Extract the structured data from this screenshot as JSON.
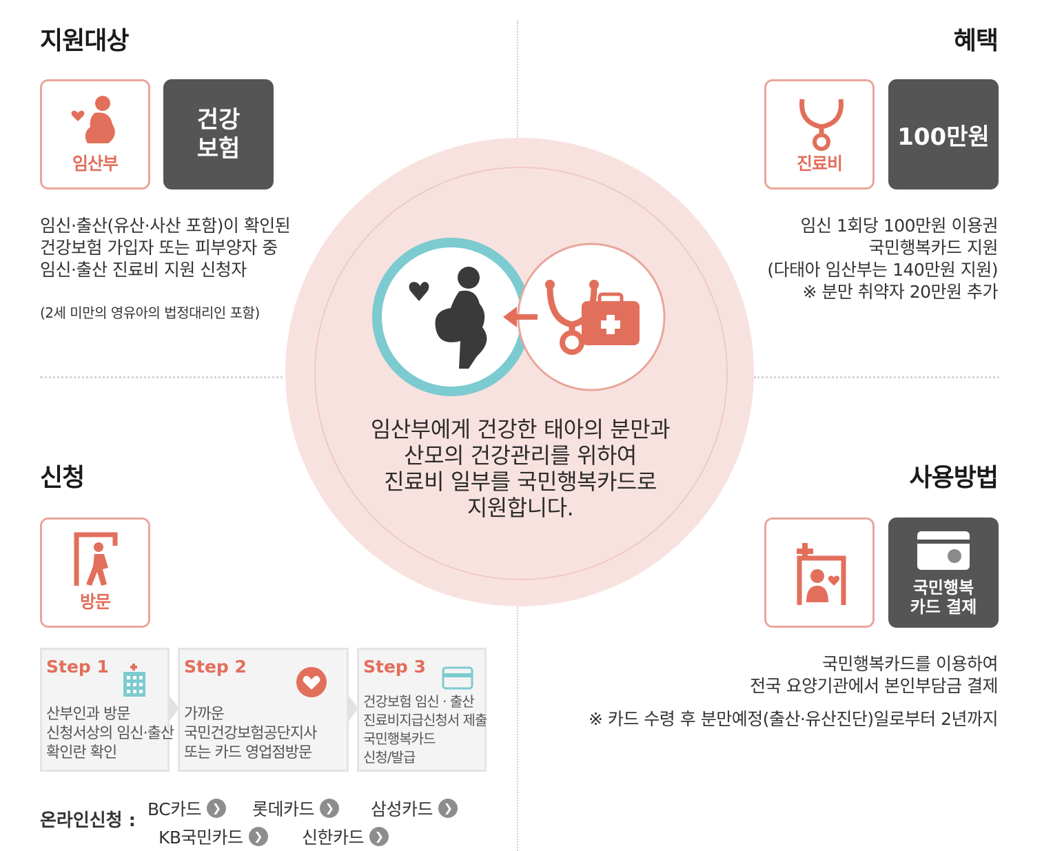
{
  "eligibility": {
    "heading": "지원대상",
    "icon_label": "임산부",
    "dark_line1": "건강",
    "dark_line2": "보험",
    "desc": [
      "임신·출산(유산·사산 포함)이 확인된",
      "건강보험 가입자 또는 피부양자 중",
      "임신·출산 진료비 지원 신청자"
    ],
    "note": "(2세 미만의 영유아의 법정대리인 포함)"
  },
  "benefit": {
    "heading": "혜택",
    "icon_label": "진료비",
    "amount": "100만원",
    "desc": [
      "임신 1회당 100만원 이용권",
      "국민행복카드 지원",
      "(다태아 임산부는 140만원 지원)",
      "※ 분만 취약자 20만원 추가"
    ]
  },
  "center": {
    "lines": [
      "임산부에게 건강한 태아의 분만과",
      "산모의 건강관리를 위하여",
      "진료비 일부를 국민행복카드로",
      "지원합니다."
    ]
  },
  "apply": {
    "heading": "신청",
    "icon_label": "방문",
    "steps": [
      {
        "title": "Step 1",
        "lines": [
          "산부인과 방문",
          "신청서상의 임신·출산",
          "확인란 확인"
        ]
      },
      {
        "title": "Step 2",
        "lines": [
          "가까운",
          "국민건강보험공단지사",
          "또는 카드 영업점방문"
        ]
      },
      {
        "title": "Step 3",
        "lines": [
          "건강보험 임신 · 출산",
          "진료비지급신청서 제출",
          "국민행복카드",
          "신청/발급"
        ]
      }
    ],
    "online_label": "온라인신청 :",
    "cards": [
      "BC카드",
      "롯데카드",
      "삼성카드",
      "KB국민카드",
      "신한카드"
    ]
  },
  "usage": {
    "heading": "사용방법",
    "dark_line1": "국민행복",
    "dark_line2": "카드 결제",
    "desc": [
      "국민행복카드를 이용하여",
      "전국 요양기관에서 본인부담금 결제"
    ],
    "note": "※ 카드 수령 후 분만예정(출산·유산진단)일로부터 2년까지"
  },
  "colors": {
    "accent": "#e26f5c",
    "border": "#eaa59a",
    "dark": "#555555",
    "circle": "#f8e2df",
    "teal": "#7ccbd0"
  },
  "icons": [
    "pregnant-woman-icon",
    "stethoscope-icon",
    "door-visit-icon",
    "hospital-patient-icon",
    "card-icon",
    "building-icon",
    "heart-icon",
    "medical-kit-icon",
    "arrow-right-icon"
  ]
}
